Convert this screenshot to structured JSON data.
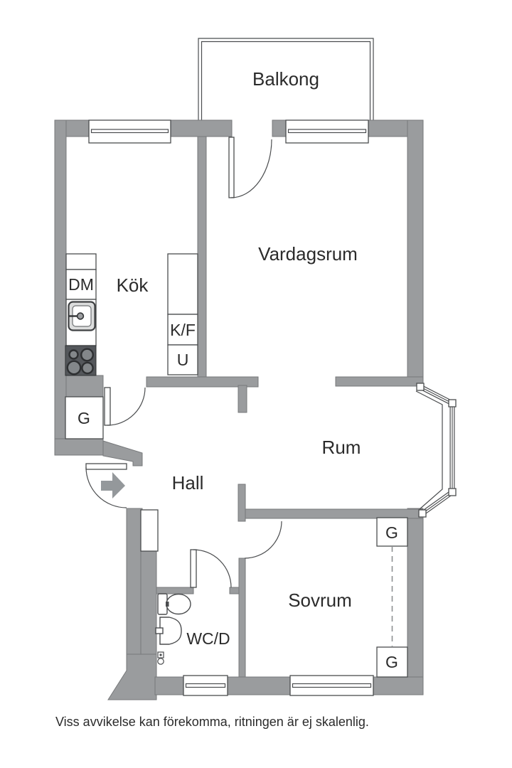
{
  "colors": {
    "wall": "#9a9c9e",
    "wall-edge": "#77797b",
    "line": "#4b4d4f",
    "text": "#2b2b2b",
    "stove": "#54575b",
    "burner": "#83878a",
    "burner-ring": "#2e3032",
    "arrow": "#94989b"
  },
  "rooms": {
    "balcony": "Balkong",
    "living_room": "Vardagsrum",
    "kitchen": "Kök",
    "hall": "Hall",
    "room": "Rum",
    "bedroom": "Sovrum",
    "bathroom": "WC/D"
  },
  "fixtures": {
    "dishwasher": "DM",
    "fridge_freezer": "K/F",
    "oven": "U"
  },
  "closets": {
    "kitchen": "G",
    "bedroom_top": "G",
    "bedroom_bottom": "G"
  },
  "footer": {
    "disclaimer": "Viss avvikelse kan förekomma, ritningen är ej skalenlig."
  }
}
